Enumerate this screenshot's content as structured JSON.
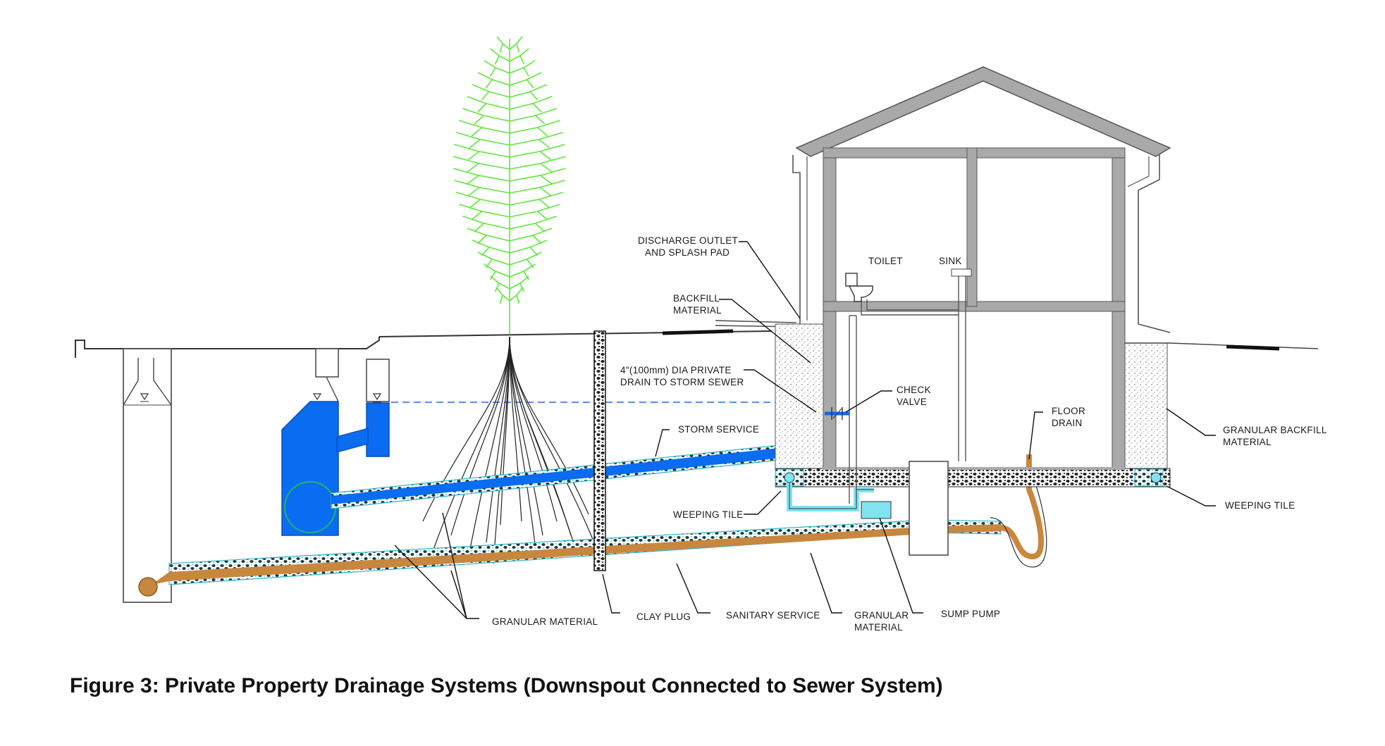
{
  "caption": "Figure 3: Private Property Drainage Systems (Downspout Connected to Sewer System)",
  "labels": {
    "discharge_1": "DISCHARGE OUTLET",
    "discharge_2": "AND SPLASH PAD",
    "backfill_1": "BACKFILL",
    "backfill_2": "MATERIAL",
    "private_drain_1": "4\"(100mm) DIA PRIVATE",
    "private_drain_2": "DRAIN TO STORM SEWER",
    "storm_service": "STORM SERVICE",
    "weeping_tile_left": "WEEPING TILE",
    "granular_material_left": "GRANULAR MATERIAL",
    "clay_plug": "CLAY PLUG",
    "sanitary_service": "SANITARY SERVICE",
    "granular_material_mid_1": "GRANULAR",
    "granular_material_mid_2": "MATERIAL",
    "sump_pump": "SUMP PUMP",
    "toilet": "TOILET",
    "sink": "SINK",
    "check_valve_1": "CHECK",
    "check_valve_2": "VALVE",
    "floor_drain_1": "FLOOR",
    "floor_drain_2": "DRAIN",
    "granular_backfill_1": "GRANULAR BACKFILL",
    "granular_backfill_2": "MATERIAL",
    "weeping_tile_right": "WEEPING TILE"
  },
  "colors": {
    "storm_pipe": "#0a6cf0",
    "sanitary_pipe": "#c8873e",
    "weeping_tile_water": "#7fe3f2",
    "tree": "#5ee63a",
    "house_wall": "#a9a9a9",
    "gravel": "#1f1f1f",
    "water_level": "#1e6fe0"
  }
}
